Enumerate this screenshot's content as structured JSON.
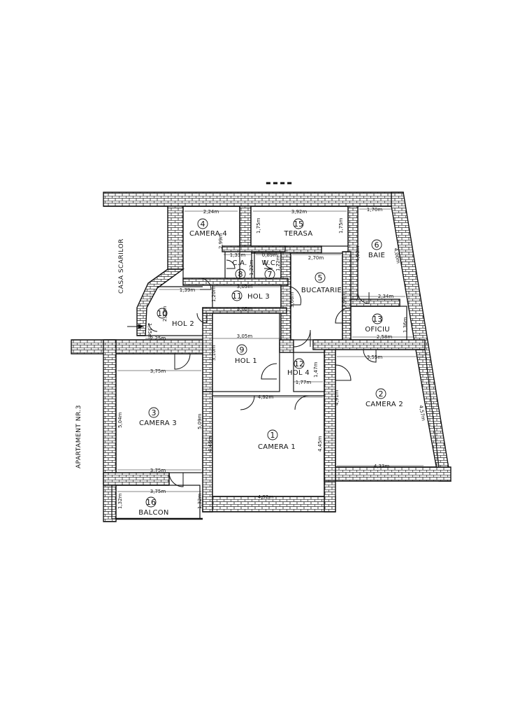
{
  "side_labels": {
    "stairs": "CASA SCARILOR",
    "neighbor": "APARTAMENT NR.3"
  },
  "rooms": [
    {
      "id": "camera1",
      "number": "1",
      "name": "CAMERA 1"
    },
    {
      "id": "camera2",
      "number": "2",
      "name": "CAMERA 2"
    },
    {
      "id": "camera3",
      "number": "3",
      "name": "CAMERA 3"
    },
    {
      "id": "camera4",
      "number": "4",
      "name": "CAMERA 4"
    },
    {
      "id": "bucatarie",
      "number": "5",
      "name": "BUCATARIE"
    },
    {
      "id": "baie",
      "number": "6",
      "name": "BAIE"
    },
    {
      "id": "wc",
      "number": "7",
      "name": "W.C."
    },
    {
      "id": "ca",
      "number": "8",
      "name": "C.A."
    },
    {
      "id": "hol1",
      "number": "9",
      "name": "HOL 1"
    },
    {
      "id": "hol2",
      "number": "10",
      "name": "HOL 2"
    },
    {
      "id": "hol3",
      "number": "11",
      "name": "HOL 3"
    },
    {
      "id": "hol4",
      "number": "12",
      "name": "HOL 4"
    },
    {
      "id": "oficiu",
      "number": "13",
      "name": "OFICIU"
    },
    {
      "id": "terasa",
      "number": "15",
      "name": "TERASA"
    },
    {
      "id": "balcon",
      "number": "16",
      "name": "BALCON"
    }
  ],
  "dimensions": [
    "2,24m",
    "3,92m",
    "1,70m",
    "2,99m",
    "1,75m",
    "1,75m",
    "4,00m",
    "4,00m",
    "1,33m",
    "0,89m",
    "1,22m",
    "1,22m",
    "2,70m",
    "1,39m",
    "3,05m",
    "1,20m",
    "3,66m",
    "3,66m",
    "2,34m",
    "3,05m",
    "2,25m",
    "1,35m",
    "1,36m",
    "2,58m",
    "2,25m",
    "3,05m",
    "3,10m",
    "3,55m",
    "3,75m",
    "1,47m",
    "1,77m",
    "4,92m",
    "4,91m",
    "4,57m",
    "5,04m",
    "5,09m",
    "4,46m",
    "4,45m",
    "4,33m",
    "3,75m",
    "3,75m",
    "4,92m",
    "1,32m",
    "1,32m"
  ]
}
